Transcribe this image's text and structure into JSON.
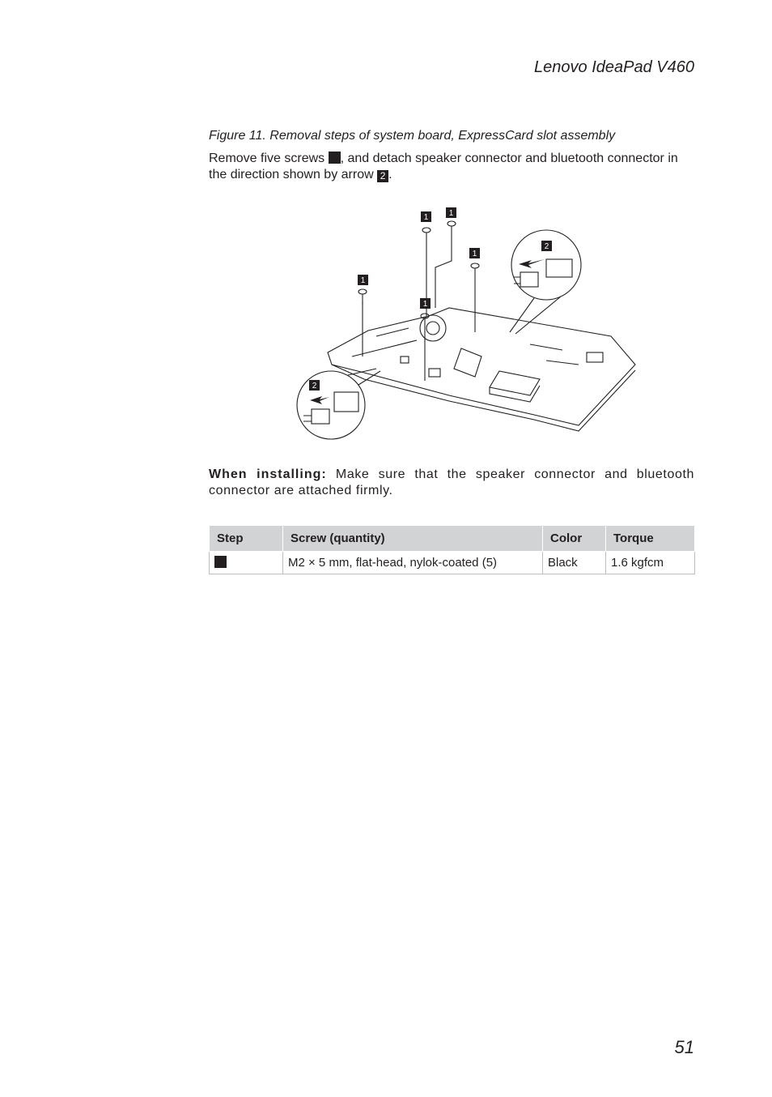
{
  "header": {
    "title": "Lenovo IdeaPad V460"
  },
  "figure": {
    "caption": "Figure 11. Removal steps of system board, ExpressCard slot assembly",
    "callout_screw": "1",
    "callout_connector": "2"
  },
  "instructions": {
    "part1": "Remove five screws ",
    "part2": ", and detach speaker connector and bluetooth connector in the direction shown by arrow ",
    "part3": ".",
    "arrow_label": "2"
  },
  "installing_note": {
    "lead": "When installing:",
    "text": " Make sure that the speaker connector and bluetooth connector are attached firmly."
  },
  "screw_table": {
    "headers": [
      "Step",
      "Screw (quantity)",
      "Color",
      "Torque"
    ],
    "rows": [
      {
        "screw": "M2 × 5 mm, flat-head, nylok-coated (5)",
        "color": "Black",
        "torque": "1.6 kgfcm"
      }
    ]
  },
  "page_number": "51"
}
